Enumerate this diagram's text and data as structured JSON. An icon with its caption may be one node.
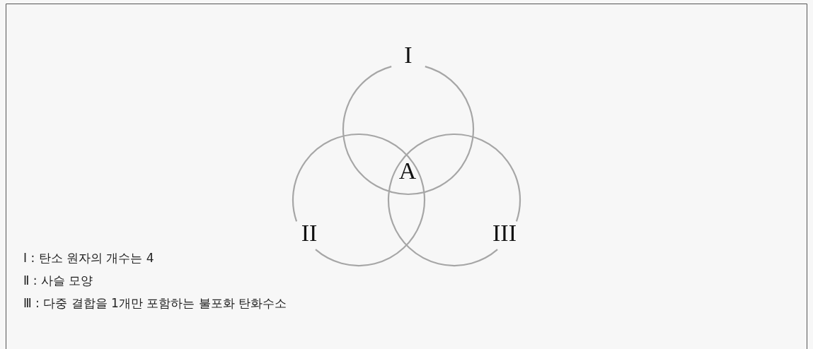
{
  "diagram": {
    "nodes": [
      {
        "text": [
          "I"
        ]
      },
      {
        "text": [
          "II"
        ]
      },
      {
        "text": [
          "III"
        ]
      }
    ],
    "labels": [
      "A",
      "Ⅰ : 탄소 원자의 개수는 4",
      "Ⅱ : 사슬 모양",
      "Ⅲ : 다중 결합을 1개만 포함하는 불포화 탄화수소"
    ]
  }
}
